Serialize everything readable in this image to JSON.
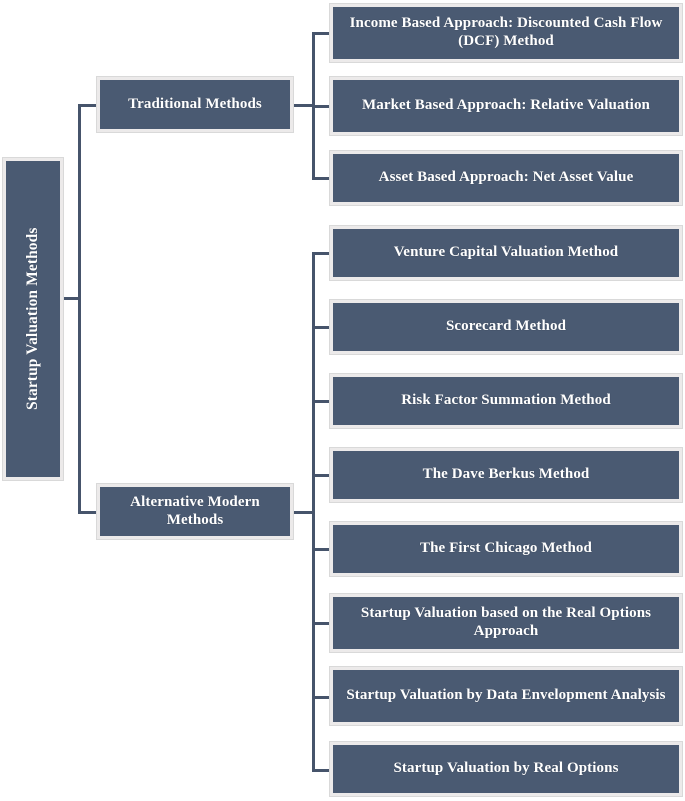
{
  "diagram": {
    "type": "hierarchy-tree",
    "title": "Startup Valuation Methods",
    "orientation": "left-to-right",
    "colors": {
      "node_fill": "#4a5a72",
      "node_border": "#eceaea",
      "node_text": "#ffffff",
      "connector": "#46546b",
      "background": "#ffffff"
    },
    "root": {
      "label": "Startup Valuation Methods"
    },
    "branches": [
      {
        "id": "traditional",
        "label": "Traditional Methods",
        "children": [
          {
            "id": "dcf",
            "label": "Income Based Approach: Discounted Cash Flow (DCF) Method"
          },
          {
            "id": "relative-valuation",
            "label": "Market Based Approach: Relative Valuation"
          },
          {
            "id": "net-asset-value",
            "label": "Asset Based Approach: Net Asset Value"
          }
        ]
      },
      {
        "id": "alternative-modern",
        "label": "Alternative Modern Methods",
        "children": [
          {
            "id": "venture-capital",
            "label": "Venture Capital Valuation Method"
          },
          {
            "id": "scorecard",
            "label": "Scorecard Method"
          },
          {
            "id": "risk-factor-summation",
            "label": "Risk Factor Summation Method"
          },
          {
            "id": "dave-berkus",
            "label": "The Dave Berkus Method"
          },
          {
            "id": "first-chicago",
            "label": "The First Chicago Method"
          },
          {
            "id": "real-options-approach",
            "label": "Startup Valuation based on the Real Options Approach"
          },
          {
            "id": "data-envelopment-analysis",
            "label": "Startup Valuation by Data Envelopment Analysis"
          },
          {
            "id": "real-options",
            "label": "Startup Valuation by Real Options"
          }
        ]
      }
    ]
  }
}
